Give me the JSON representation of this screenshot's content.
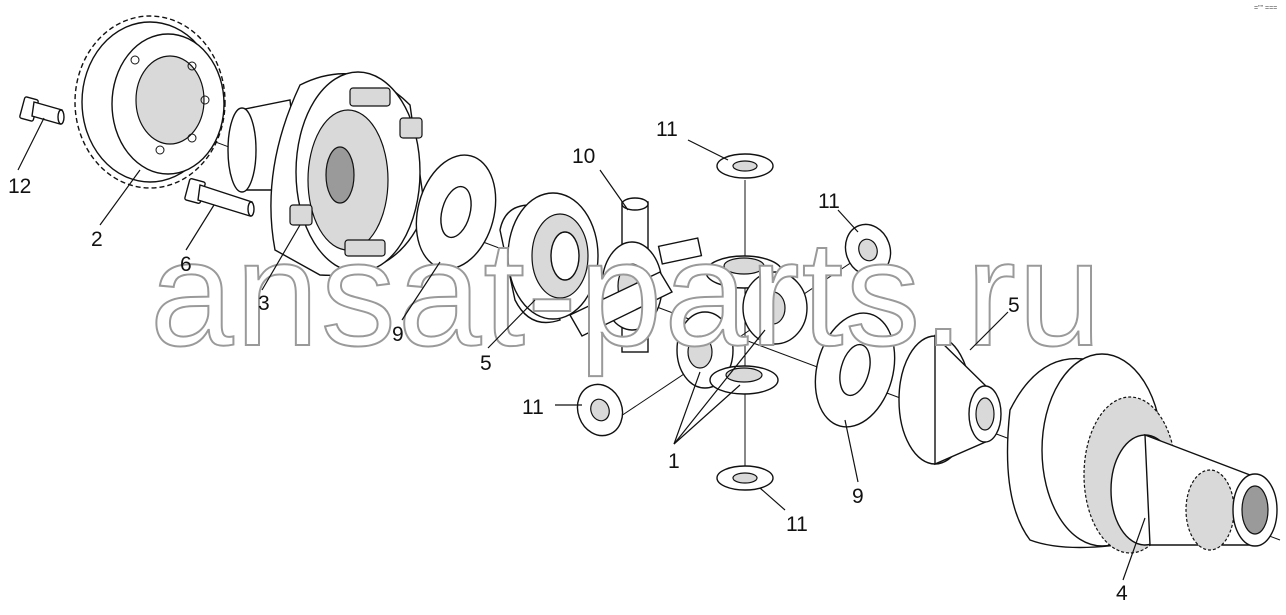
{
  "watermark": "ansat-parts.ru",
  "corner_mark": "=\"\" ===",
  "callouts": [
    "12",
    "2",
    "6",
    "3",
    "9",
    "5",
    "10",
    "11",
    "11",
    "11",
    "1",
    "5",
    "11",
    "9",
    "4"
  ]
}
